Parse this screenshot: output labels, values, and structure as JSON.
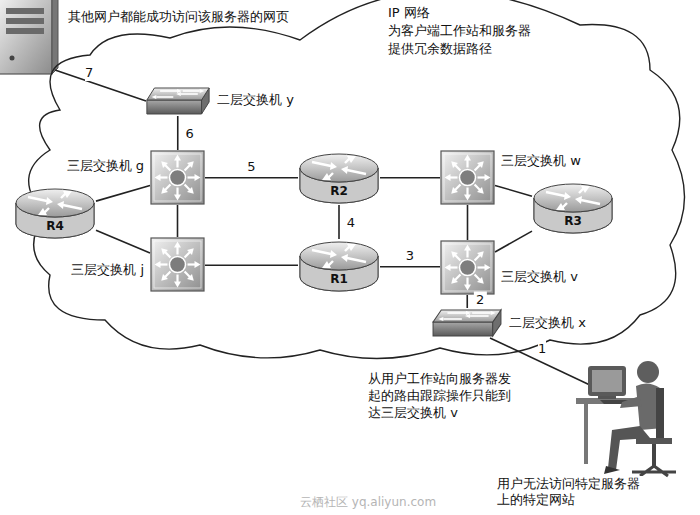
{
  "diagram": {
    "nodes": [
      {
        "text": [
          "IP 网络",
          "为客户端工作站和服务器 提供冗余数据路径"
        ]
      },
      {
        "text": [
          "二层交换机 y"
        ],
        "in": 0
      },
      {
        "text": [
          "三层交换机 g"
        ],
        "in": 0
      },
      {
        "text": [
          "R2"
        ],
        "in": 0
      },
      {
        "text": [
          "三层交换机 w"
        ],
        "in": 0
      },
      {
        "text": [
          "R4"
        ],
        "in": 0
      },
      {
        "text": [
          "R3"
        ],
        "in": 0
      },
      {
        "text": [
          "三层交换机 j"
        ],
        "in": 0
      },
      {
        "text": [
          "R1"
        ],
        "in": 0
      },
      {
        "text": [
          "三层交换机 v"
        ],
        "in": 0
      },
      {
        "text": [
          "二层交换机 x"
        ],
        "in": 0
      }
    ],
    "edges": [
      {
        "from": 1,
        "to": 2,
        "arrow": "none",
        "label": "6"
      },
      {
        "from": 2,
        "to": 3,
        "arrow": "none",
        "label": "5"
      },
      {
        "from": 3,
        "to": 4,
        "arrow": "none"
      },
      {
        "from": 2,
        "to": 7,
        "arrow": "none"
      },
      {
        "from": 2,
        "to": 5,
        "arrow": "none"
      },
      {
        "from": 5,
        "to": 7,
        "arrow": "none"
      },
      {
        "from": 3,
        "to": 8,
        "arrow": "none",
        "label": "4"
      },
      {
        "from": 4,
        "to": 6,
        "arrow": "none"
      },
      {
        "from": 4,
        "to": 9,
        "arrow": "none"
      },
      {
        "from": 6,
        "to": 9,
        "arrow": "none"
      },
      {
        "from": 7,
        "to": 8,
        "arrow": "none"
      },
      {
        "from": 8,
        "to": 9,
        "arrow": "none",
        "label": "3"
      },
      {
        "from": 9,
        "to": 10,
        "arrow": "none",
        "label": "2"
      }
    ],
    "labels": [
      "其他网户都能成功访问该服务器的网页",
      "7",
      "1",
      "从用户工作站向服务器发 起的路由跟踪操作只能到 达三层交换机 v",
      "用户无法访问特定服务器 上的特定网站",
      "云栖社区 yq.aliyun.com"
    ]
  }
}
